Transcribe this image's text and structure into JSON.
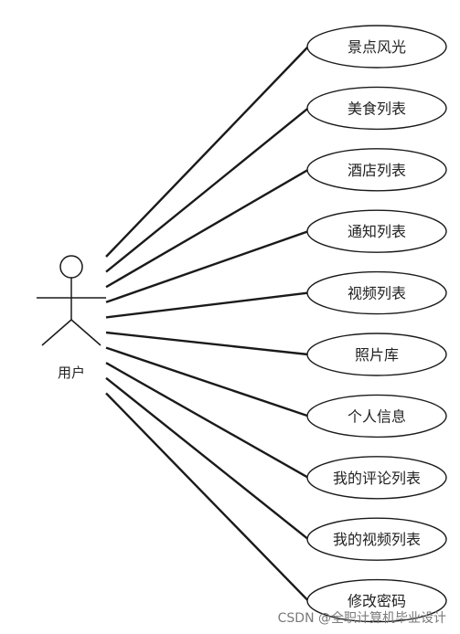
{
  "actor": {
    "name": "用户"
  },
  "use_cases": [
    {
      "label": "景点风光"
    },
    {
      "label": "美食列表"
    },
    {
      "label": "酒店列表"
    },
    {
      "label": "通知列表"
    },
    {
      "label": "视频列表"
    },
    {
      "label": "照片库"
    },
    {
      "label": "个人信息"
    },
    {
      "label": "我的评论列表"
    },
    {
      "label": "我的视频列表"
    },
    {
      "label": "修改密码"
    }
  ],
  "watermark": "CSDN @全职计算机毕业设计",
  "colors": {
    "line": "#1a1a1a",
    "ellipse_stroke": "#1a1a1a",
    "ellipse_fill": "#ffffff",
    "text": "#222222"
  }
}
